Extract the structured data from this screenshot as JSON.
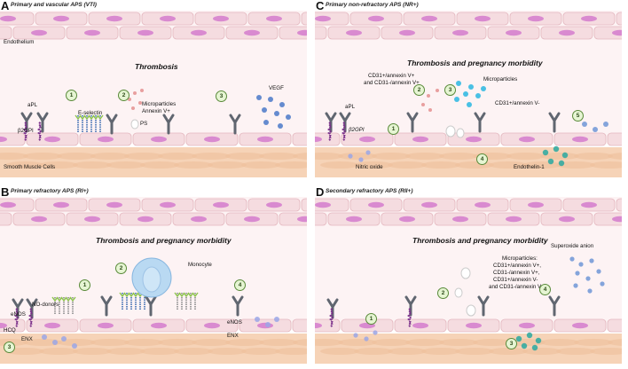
{
  "panels": {
    "A": {
      "letter": "A",
      "title": "Primary and vascular APS (VTI)",
      "endothelium": "Endothelium",
      "center": "Thrombosis",
      "smooth": "Smooth Muscle Cells",
      "apl": "aPL",
      "b2gpi": "β2GPI",
      "eselectin": "E-selectin",
      "microparticles": "Microparticles",
      "annexin": "Annexin V+",
      "ps": "PS",
      "vegf": "VEGF",
      "n1": "1",
      "n2": "2",
      "n3": "3"
    },
    "B": {
      "letter": "B",
      "title": "Primary refractory APS (RI+)",
      "center": "Thrombosis and pregnancy morbidity",
      "monocyte": "Monocyte",
      "nodonors": "NO-donors",
      "enos": "eNOS",
      "hcq": "HCQ",
      "enx": "ENX",
      "enos2": "eNOS",
      "enx2": "ENX",
      "n1": "1",
      "n2": "2",
      "n3": "3",
      "n4": "4"
    },
    "C": {
      "letter": "C",
      "title": "Primary non-refractory APS (NR+)",
      "center": "Thrombosis and pregnancy morbidity",
      "cd31a": "CD31+/annexin V+",
      "cd31b": "and CD31-/annexin V+",
      "microparticles": "Microparticles",
      "cd31c": "CD31+/annexin V-",
      "apl": "aPL",
      "b2gpi": "β2GPI",
      "nitric": "Nitric oxide",
      "endothelin": "Endothelin-1",
      "n1": "1",
      "n2": "2",
      "n3": "3",
      "n4": "4",
      "n5": "5"
    },
    "D": {
      "letter": "D",
      "title": "Secondary refractory APS (RII+)",
      "center": "Thrombosis and pregnancy morbidity",
      "mp_title": "Microparticles:",
      "mp1": "CD31+/annexin V+,",
      "mp2": "CD31-/annexin V+,",
      "mp3": "CD31+/annexin V-",
      "mp4": "and CD31-/annexin V-",
      "superoxide": "Superoxide anion",
      "n1": "1",
      "n2": "2",
      "n3": "3",
      "n4": "4"
    }
  },
  "colors": {
    "cell_fill": "#f5dce0",
    "cell_stroke": "#e3b7bf",
    "nucleus": "#d98ad0",
    "muscle": "#f6d3b7",
    "antibody": "#606670",
    "b2gpi": "#7a2f8a",
    "eselectin": "#3a6bb0",
    "vegf": "#4a78c8",
    "microparticle_teal": "#2aa8a0",
    "cyan": "#29b6e0",
    "monocyte": "#b9d9f2",
    "number_circle": "#e6f5d3"
  }
}
